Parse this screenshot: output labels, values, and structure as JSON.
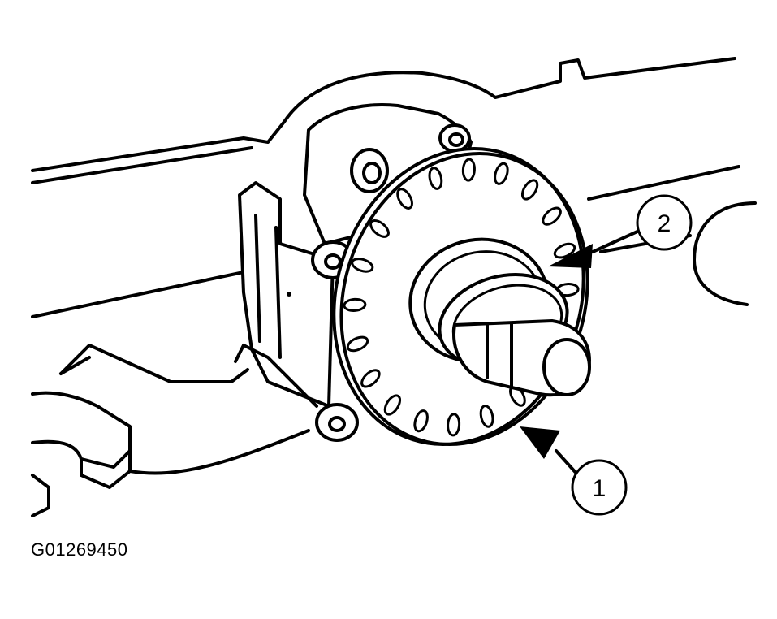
{
  "figure": {
    "id_text": "G01269450"
  },
  "callouts": [
    {
      "label": "1"
    },
    {
      "label": "2"
    }
  ]
}
